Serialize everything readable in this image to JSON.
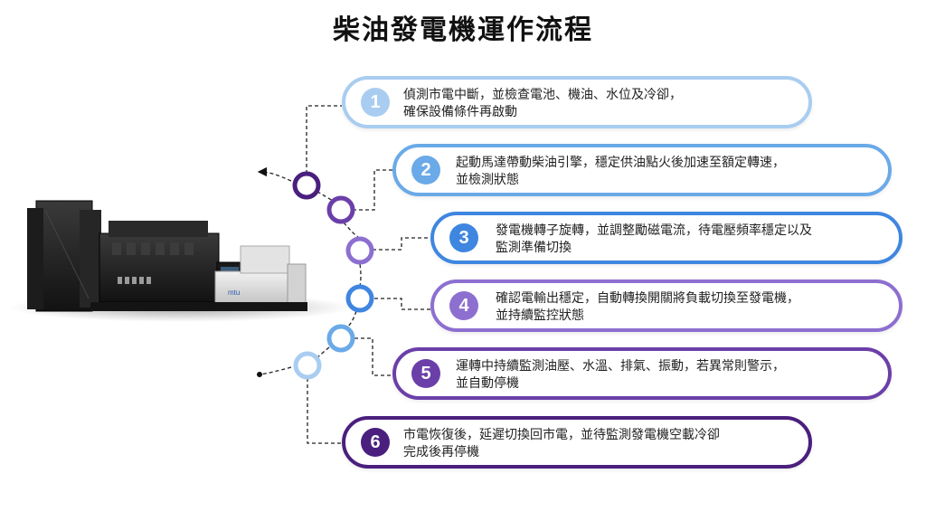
{
  "title": "柴油發電機運作流程",
  "generator": {
    "brand": "mtu",
    "icon": "diesel-generator-image"
  },
  "steps": [
    {
      "num": "1",
      "line1": "偵測市電中斷，並檢查電池、機油、水位及冷卻，",
      "line2": "確保設備條件再啟動",
      "color": "#a9cdf0"
    },
    {
      "num": "2",
      "line1": "起動馬達帶動柴油引擎，穩定供油點火後加速至額定轉速，",
      "line2": "並檢測狀態",
      "color": "#6aaae8"
    },
    {
      "num": "3",
      "line1": "發電機轉子旋轉，並調整勵磁電流，待電壓頻率穩定以及",
      "line2": "監測準備切換",
      "color": "#3f86e0"
    },
    {
      "num": "4",
      "line1": "確認電輸出穩定，自動轉換開關將負載切換至發電機，",
      "line2": "並持續監控狀態",
      "color": "#8d6fd0"
    },
    {
      "num": "5",
      "line1": "運轉中持續監測油壓、水溫、排氣、振動，若異常則警示，",
      "line2": "並自動停機",
      "color": "#6b3fa8"
    },
    {
      "num": "6",
      "line1": "市電恢復後，延遲切換回市電，並待監測發電機空載冷卻",
      "line2": "完成後再停機",
      "color": "#4a1f7e"
    }
  ]
}
